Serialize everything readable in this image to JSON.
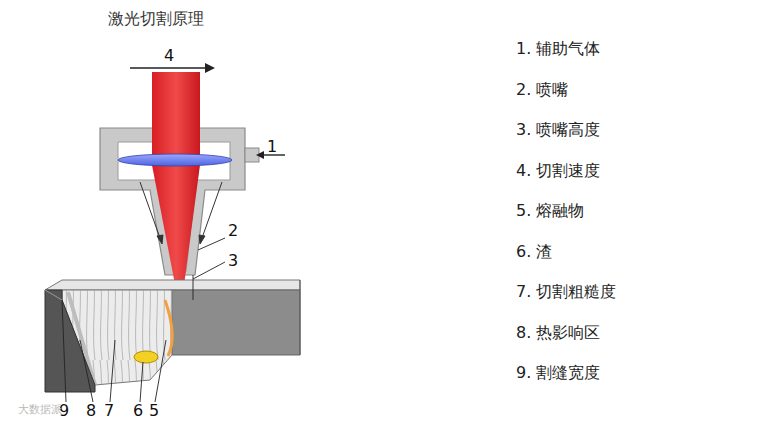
{
  "diagram": {
    "title": "激光切割原理",
    "labels": [
      "4",
      "1",
      "2",
      "3",
      "9",
      "8",
      "7",
      "6",
      "5",
      "1. 辅助气体",
      "2. 喷嘴",
      "3. 喷嘴高度",
      "4. 切割速度",
      "5. 熔融物",
      "6. 渣",
      "7. 切割粗糙度",
      "8. 热影响区",
      "9. 割缝宽度",
      "大数据派"
    ]
  }
}
